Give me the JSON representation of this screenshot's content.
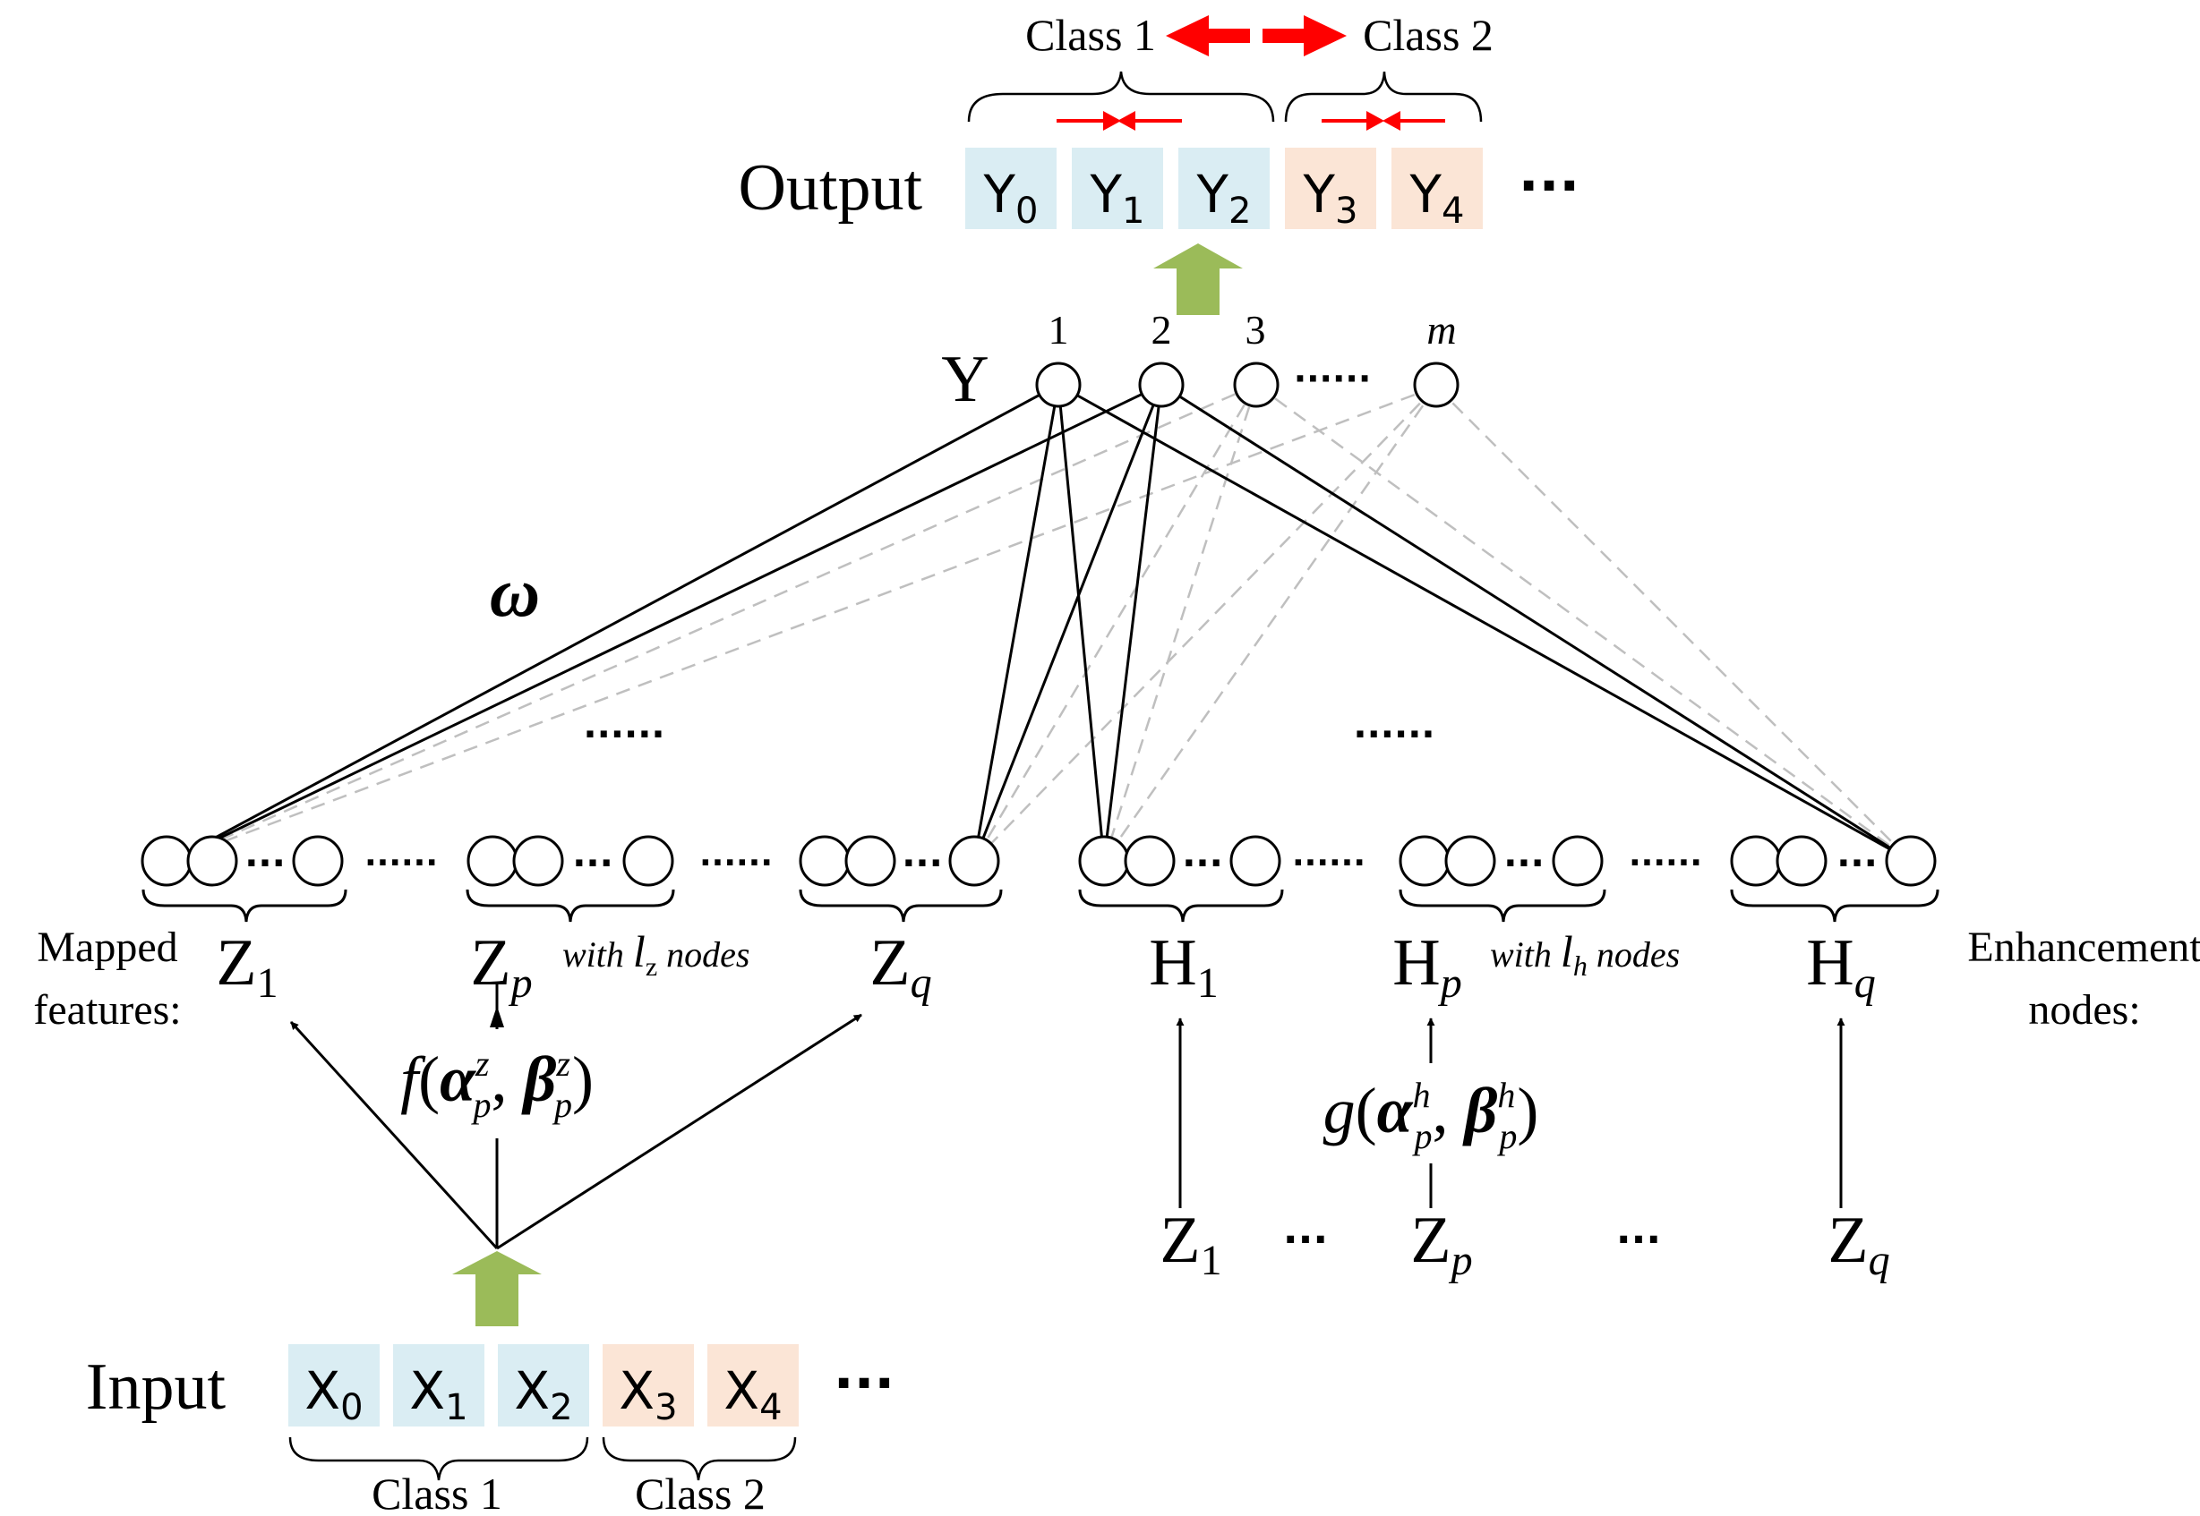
{
  "colors": {
    "class1_box": "#daedf3",
    "class2_box": "#fbe5d6",
    "green_arrow": "#9bbb59",
    "red_arrow": "#ff0000",
    "dashed_line": "#bfbfbf",
    "line": "#000000"
  },
  "output": {
    "label": "Output",
    "cells": [
      {
        "letter": "Y",
        "sub": "0",
        "cls": 1
      },
      {
        "letter": "Y",
        "sub": "1",
        "cls": 1
      },
      {
        "letter": "Y",
        "sub": "2",
        "cls": 1
      },
      {
        "letter": "Y",
        "sub": "3",
        "cls": 2
      },
      {
        "letter": "Y",
        "sub": "4",
        "cls": 2
      }
    ],
    "ellipsis": "···",
    "class1_label": "Class 1",
    "class2_label": "Class 2"
  },
  "input": {
    "label": "Input",
    "cells": [
      {
        "letter": "X",
        "sub": "0",
        "cls": 1
      },
      {
        "letter": "X",
        "sub": "1",
        "cls": 1
      },
      {
        "letter": "X",
        "sub": "2",
        "cls": 1
      },
      {
        "letter": "X",
        "sub": "3",
        "cls": 2
      },
      {
        "letter": "X",
        "sub": "4",
        "cls": 2
      }
    ],
    "ellipsis": "···",
    "class1_label": "Class 1",
    "class2_label": "Class 2"
  },
  "y_layer": {
    "label": "Y",
    "node_numbers": [
      "1",
      "2",
      "3",
      "m"
    ],
    "ellipsis": "······"
  },
  "weight_label": "ω",
  "hidden_ellipsis": "······",
  "mapped": {
    "caption_line1": "Mapped",
    "caption_line2": "features:",
    "groups": [
      {
        "letter": "Z",
        "sub": "1"
      },
      {
        "letter": "Z",
        "sub": "p"
      },
      {
        "letter": "Z",
        "sub": "q"
      }
    ],
    "with_nodes": {
      "prefix": "with ",
      "var": "l",
      "sub": "z",
      "suffix": " nodes"
    },
    "function": {
      "name": "f",
      "superscript": "z",
      "subscript": "p"
    }
  },
  "enhancement": {
    "caption_line1": "Enhancement",
    "caption_line2": "nodes:",
    "groups": [
      {
        "letter": "H",
        "sub": "1"
      },
      {
        "letter": "H",
        "sub": "p"
      },
      {
        "letter": "H",
        "sub": "q"
      }
    ],
    "with_nodes": {
      "prefix": "with ",
      "var": "l",
      "sub": "h",
      "suffix": " nodes"
    },
    "function": {
      "name": "g",
      "superscript": "h",
      "subscript": "p"
    },
    "inputs": [
      {
        "letter": "Z",
        "sub": "1"
      },
      {
        "letter": "Z",
        "sub": "p"
      },
      {
        "letter": "Z",
        "sub": "q"
      }
    ],
    "inputs_ellipsis": "···"
  }
}
